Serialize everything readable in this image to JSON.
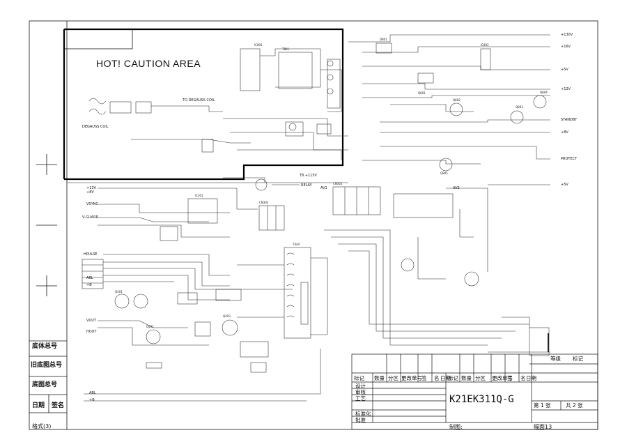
{
  "hot_area": "HOT!  CAUTION AREA",
  "side_labels": [
    "底体总号",
    "旧底图总号",
    "底图总号",
    "日期",
    "签名"
  ],
  "footer": {
    "format": "格式(3)",
    "drawing": "制图:",
    "sheet_size": "幅面13"
  },
  "title_block": {
    "rev_headers": [
      "标记",
      "数量",
      "分区",
      "更改单号",
      "签",
      "名",
      "日期"
    ],
    "roles": [
      "设计",
      "审核",
      "工艺",
      "标准化",
      "批准"
    ],
    "model": "K21EK311Q-G",
    "grade": "等级",
    "mark": "标记",
    "sheet": "第 1 张",
    "total": "共 2 张"
  },
  "net_labels": {
    "left": [
      "+13V",
      "+8V",
      "V-GUARD",
      "VSYNC",
      "HPULSE",
      "ABL",
      "+B",
      "HOUT",
      "VOUT",
      "ABL",
      "+B"
    ],
    "right": [
      "+130V",
      "+16V",
      "+5V",
      "+12V",
      "+8V",
      "STANDBY",
      "PROTECT",
      "+5V",
      "AV1",
      "AV2"
    ],
    "mid": [
      "DEGAUSS COIL",
      "TO DEGAUSS COIL",
      "RELAY",
      "T8 +115V"
    ]
  }
}
